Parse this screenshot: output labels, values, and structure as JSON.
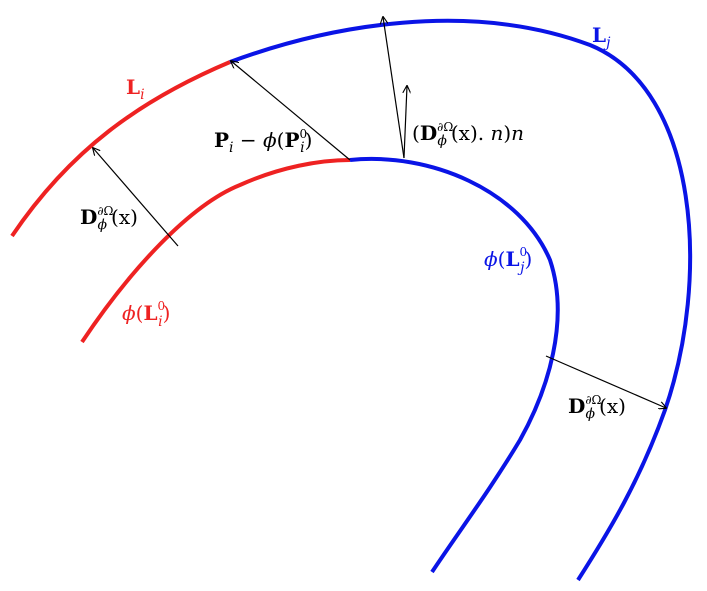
{
  "colors": {
    "red": "#ee2222",
    "blue": "#0a14e6",
    "black": "#000000"
  },
  "labels": {
    "Li": {
      "main": "L",
      "sub": "i"
    },
    "Lj": {
      "main": "L",
      "sub": "j"
    },
    "phi_Li0": {
      "phi": "ϕ",
      "open": "(",
      "main": "L",
      "sup": "0",
      "sub": "i",
      "close": ")"
    },
    "phi_Lj0": {
      "phi": "ϕ",
      "open": "(",
      "main": "L",
      "sup": "0",
      "sub": "j",
      "close": ")"
    },
    "D_left": {
      "main": "D",
      "sup": "∂Ω",
      "sub": "ϕ",
      "arg": "(x)"
    },
    "D_right": {
      "main": "D",
      "sup": "∂Ω",
      "sub": "ϕ",
      "arg": "(x)"
    },
    "P_diff": {
      "P": "P",
      "sub_i": "i",
      "minus": " − ",
      "phi": "ϕ",
      "open": "(",
      "P2": "P",
      "sup": "0",
      "sub_i2": "i",
      "close": ")"
    },
    "D_dot_n": {
      "open": "(",
      "main": "D",
      "sup": "∂Ω",
      "sub": "ϕ",
      "arg": "(x).",
      "n1": " n",
      "close": ")",
      "n2": "n"
    }
  }
}
